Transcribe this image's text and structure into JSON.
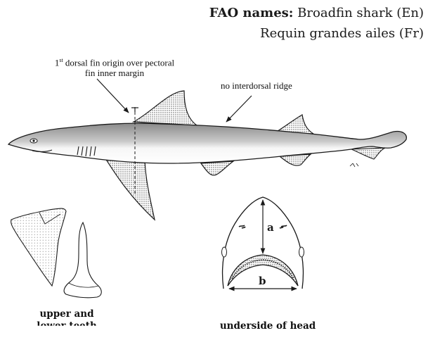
{
  "fao": {
    "heading": "FAO names:",
    "english_name": "Broadfin shark (En)",
    "french_name": "Requin grandes ailes (Fr)"
  },
  "annotations": {
    "dorsal_origin_ordinal": "1",
    "dorsal_origin_superscript": "st",
    "dorsal_origin_rest_line1": " dorsal fin origin over pectoral",
    "dorsal_origin_line2": "fin inner margin",
    "interdorsal": "no interdorsal ridge"
  },
  "head_labels": {
    "a": "a",
    "b": "b"
  },
  "captions": {
    "teeth": "upper and",
    "teeth_line2": "lower teeth",
    "head": "underside of head"
  },
  "colors": {
    "ink": "#1a1a1a",
    "fill_stipple": "#6e6e6e"
  }
}
